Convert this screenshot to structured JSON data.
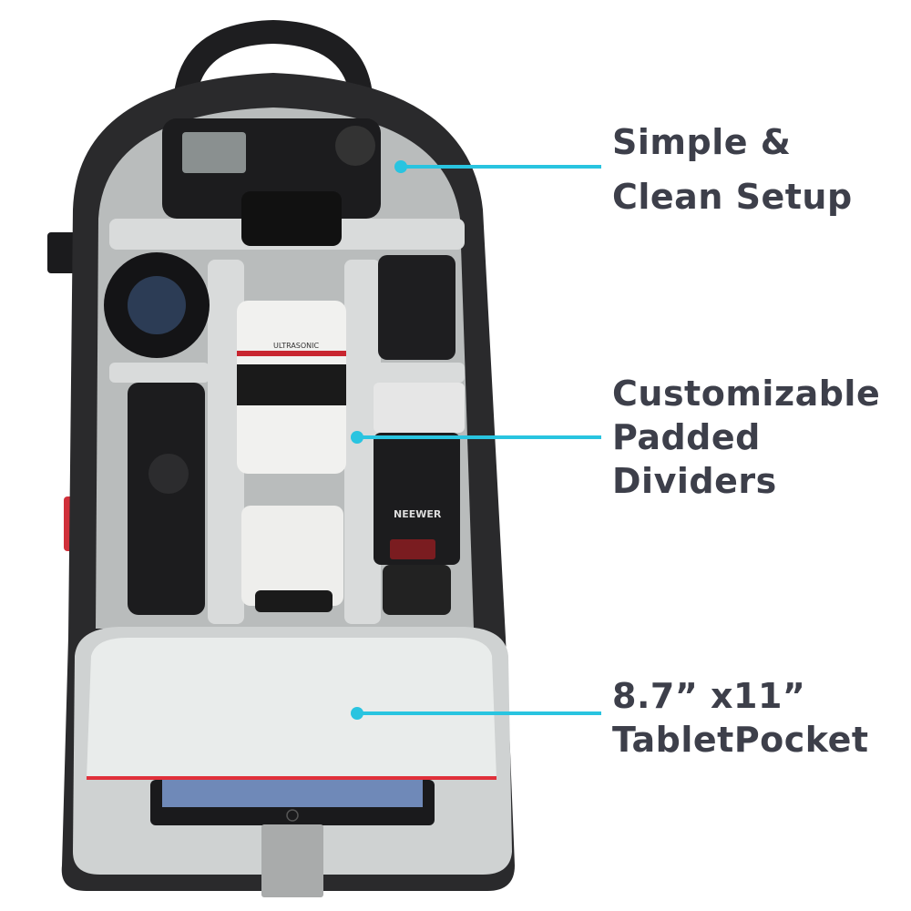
{
  "callouts": [
    {
      "lines": [
        "Simple &",
        "Clean Setup"
      ]
    },
    {
      "lines": [
        "Customizable",
        "Padded",
        "Dividers"
      ]
    },
    {
      "lines": [
        "8.7”  x11”",
        "TabletPocket"
      ]
    }
  ],
  "product_labels": {
    "flash_brand": "NEEWER",
    "lens_band": "ULTRASONIC"
  },
  "colors": {
    "accent": "#29c4e0",
    "text": "#3d3f4a",
    "bag_shell": "#2a2a2c",
    "padding": "#b9bcbc",
    "stripe": "#e0303a"
  }
}
